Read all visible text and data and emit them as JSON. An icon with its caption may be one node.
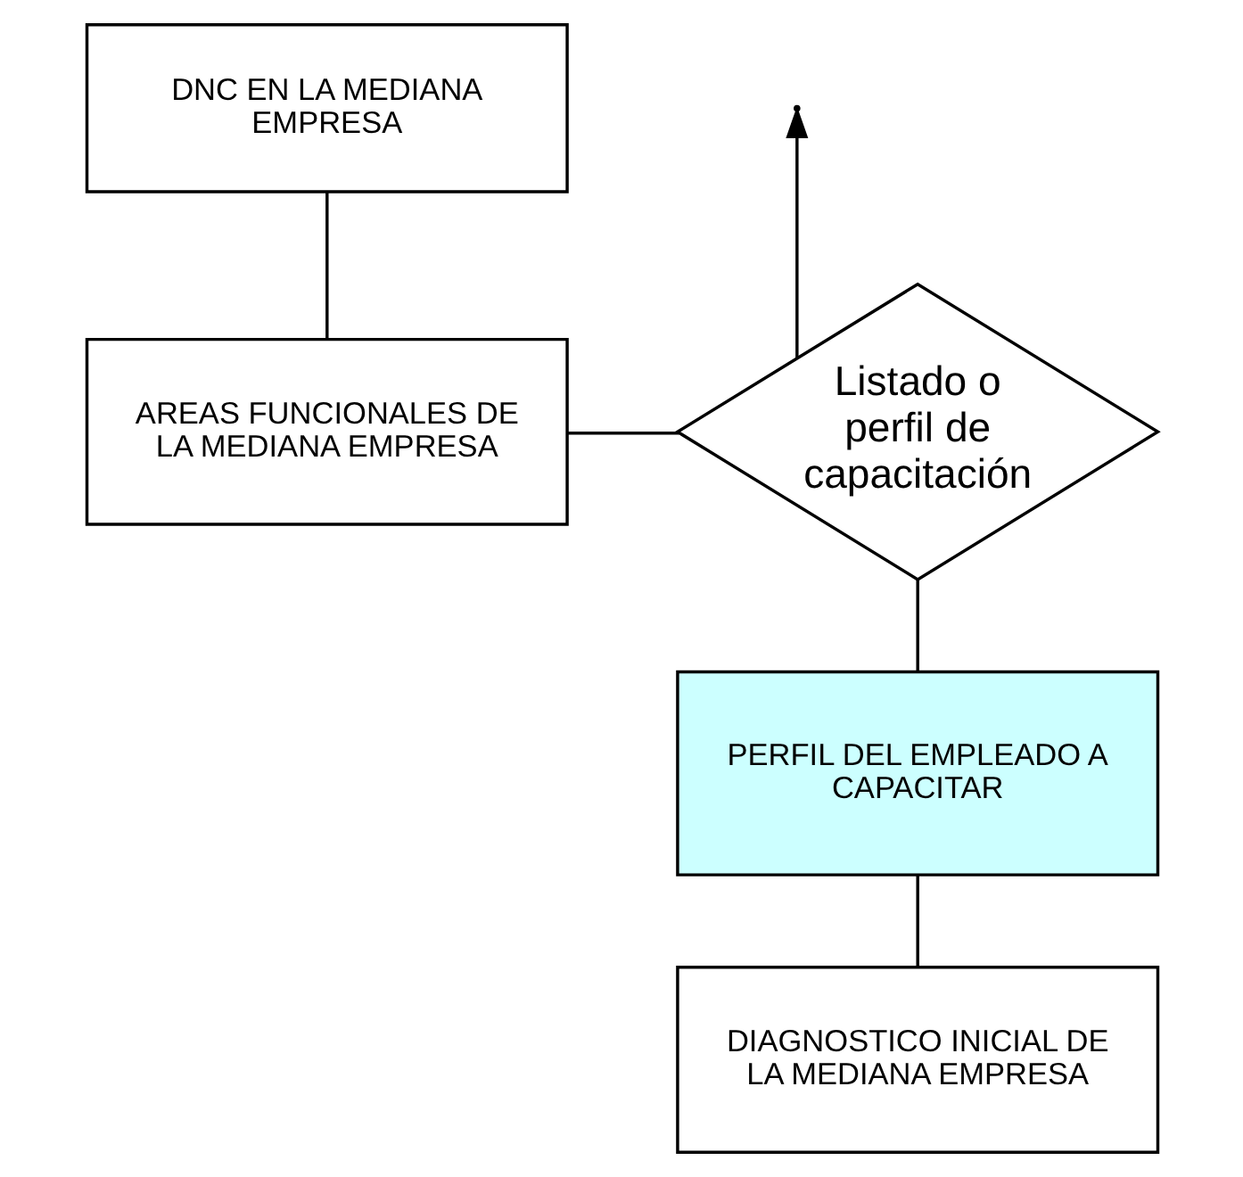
{
  "diagram": {
    "nodes": [
      {
        "text": [
          "DNC EN LA MEDIANA EMPRESA"
        ]
      },
      {
        "text": [
          "AREAS FUNCIONALES DE LA MEDIANA EMPRESA"
        ]
      },
      {
        "text": [
          "Listado o perfil de capacitación"
        ]
      },
      {
        "text": [
          "PERFIL DEL EMPLEADO A CAPACITAR"
        ]
      },
      {
        "text": [
          "DIAGNOSTICO INICIAL DE LA MEDIANA EMPRESA"
        ]
      }
    ],
    "edges": [
      {
        "from": 0,
        "to": 1,
        "arrow": "none"
      },
      {
        "from": 2,
        "to": null,
        "arrow": "to"
      },
      {
        "from": 1,
        "to": 2,
        "arrow": "none"
      },
      {
        "from": 2,
        "to": 3,
        "arrow": "none"
      },
      {
        "from": 3,
        "to": 4,
        "arrow": "none"
      }
    ]
  }
}
